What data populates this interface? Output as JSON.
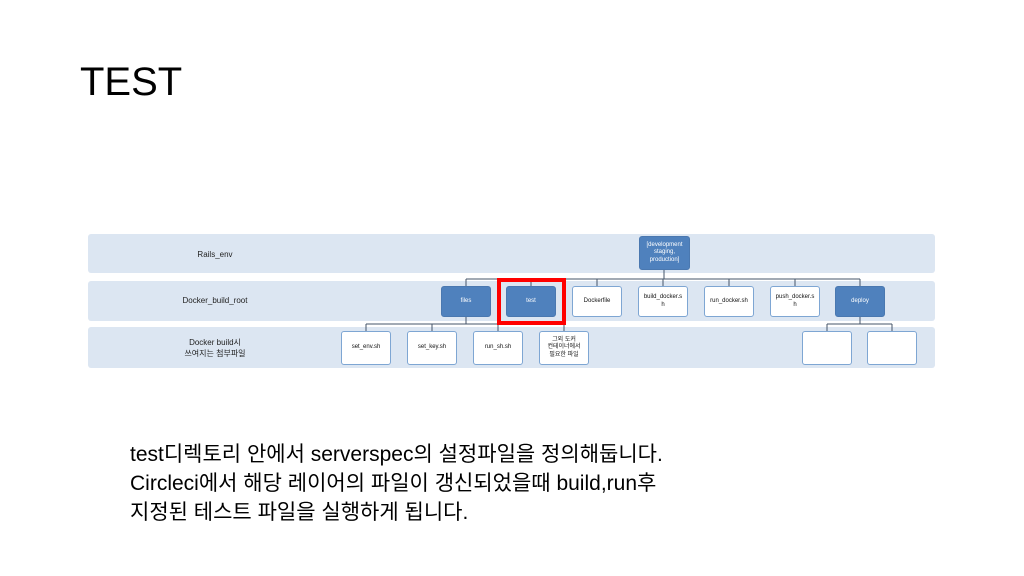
{
  "slide_title": "TEST",
  "diagram": {
    "bands": [
      {
        "label": "Rails_env"
      },
      {
        "label": "Docker_build_root"
      },
      {
        "label_lines": [
          "Docker build시",
          "쓰여지는 첨부파일"
        ]
      }
    ],
    "root": {
      "lines": [
        "[development",
        "staging,",
        "production]"
      ]
    },
    "level2": [
      {
        "lines": [
          "files"
        ]
      },
      {
        "lines": [
          "test"
        ]
      },
      {
        "lines": [
          "Dockerfile"
        ]
      },
      {
        "lines": [
          "build_docker.s",
          "h"
        ]
      },
      {
        "lines": [
          "run_docker.sh"
        ]
      },
      {
        "lines": [
          "push_docker.s",
          "h"
        ]
      },
      {
        "lines": [
          "deploy"
        ]
      }
    ],
    "level3": [
      {
        "lines": [
          "set_env.sh"
        ]
      },
      {
        "lines": [
          "set_key.sh"
        ]
      },
      {
        "lines": [
          "run_sh.sh"
        ]
      },
      {
        "lines": [
          "그외 도커",
          "컨테이너에서",
          "필요한 파일"
        ]
      },
      {
        "lines": [
          ""
        ]
      },
      {
        "lines": [
          ""
        ]
      }
    ],
    "highlight_color": "#ff0000",
    "node_color": "#4f81bd",
    "band_color": "#dce6f2"
  },
  "caption": {
    "lines": [
      "test디렉토리 안에서 serverspec의 설정파일을 정의해둡니다.",
      "Circleci에서 해당 레이어의 파일이 갱신되었을때 build,run후",
      "지정된 테스트 파일을 실행하게 됩니다."
    ]
  }
}
